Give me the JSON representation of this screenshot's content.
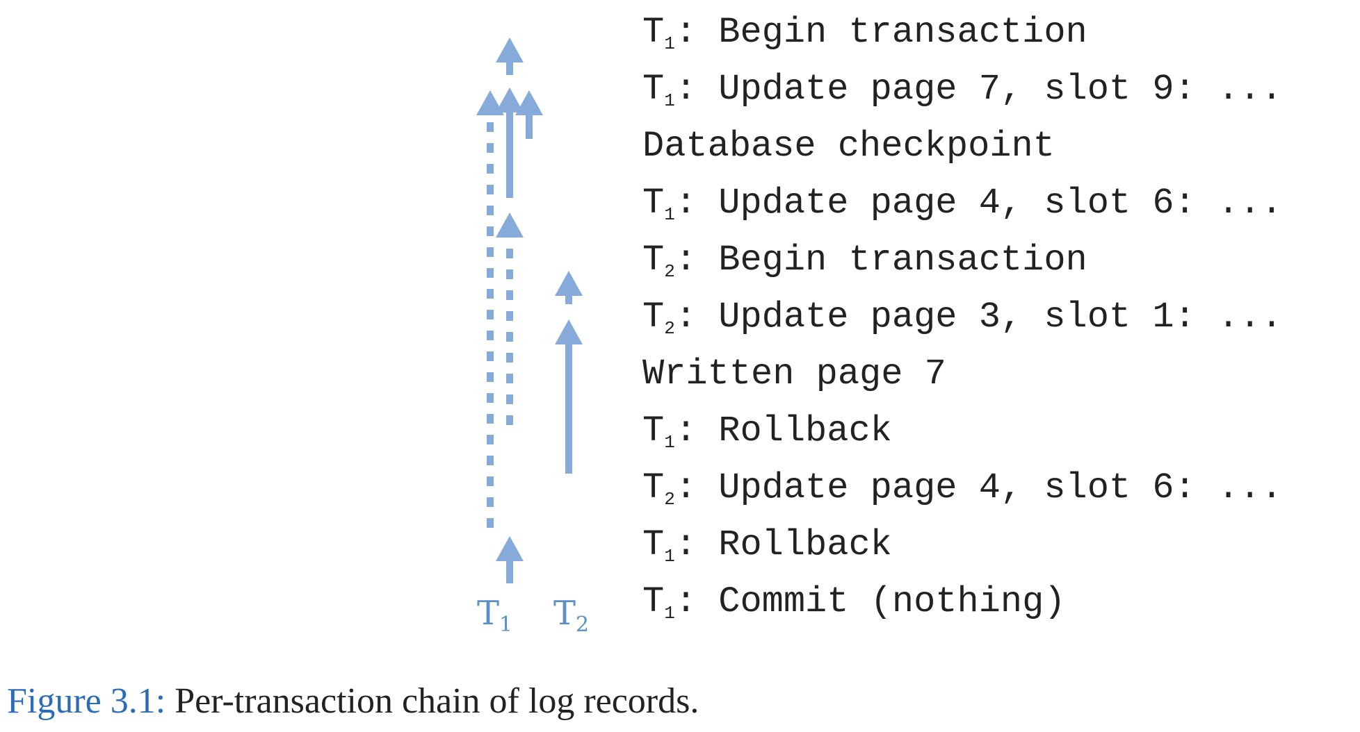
{
  "colors": {
    "arrow": "#86abdb",
    "label": "#5b8fc7",
    "caption_number": "#2b6cb8",
    "text": "#222222"
  },
  "log_records": [
    {
      "tx": "T",
      "sub": "1",
      "text": ": Begin transaction"
    },
    {
      "tx": "T",
      "sub": "1",
      "text": ": Update page 7, slot 9: ..."
    },
    {
      "tx": "",
      "sub": "",
      "text": "Database checkpoint"
    },
    {
      "tx": "T",
      "sub": "1",
      "text": ": Update page 4, slot 6: ..."
    },
    {
      "tx": "T",
      "sub": "2",
      "text": ": Begin transaction"
    },
    {
      "tx": "T",
      "sub": "2",
      "text": ": Update page 3, slot 1: ..."
    },
    {
      "tx": "",
      "sub": "",
      "text": "Written page 7"
    },
    {
      "tx": "T",
      "sub": "1",
      "text": ": Rollback"
    },
    {
      "tx": "T",
      "sub": "2",
      "text": ": Update page 4, slot 6: ..."
    },
    {
      "tx": "T",
      "sub": "1",
      "text": ": Rollback"
    },
    {
      "tx": "T",
      "sub": "1",
      "text": ": Commit (nothing)"
    }
  ],
  "transactions": [
    {
      "letter": "T",
      "sub": "1"
    },
    {
      "letter": "T",
      "sub": "2"
    }
  ],
  "caption": {
    "number": "Figure 3.1:",
    "text": " Per-transaction chain of log records."
  }
}
